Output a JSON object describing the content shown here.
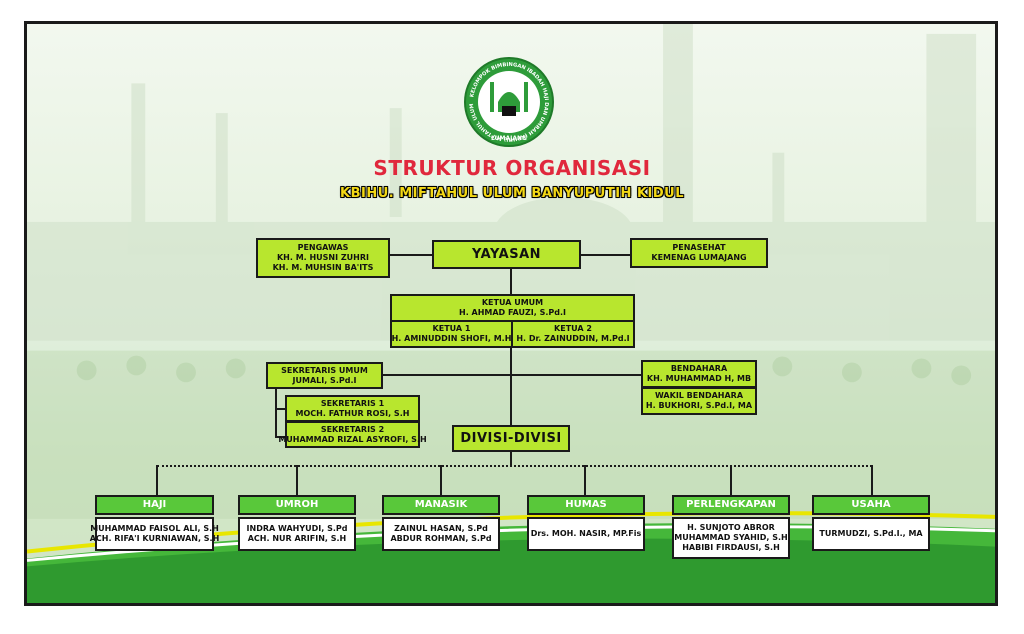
{
  "logo": {
    "ring_text": "KELOMPOK BIMBINGAN IBADAH HAJI DAN UMRAH (KBIHU) MIFTAHUL ULUM",
    "bottom_text": "LUMAJANG"
  },
  "title": "STRUKTUR ORGANISASI",
  "subtitle": "KBIHU. MIFTAHUL ULUM BANYUPUTIH KIDUL",
  "nodes": {
    "yayasan": "YAYASAN",
    "pengawas": {
      "role": "PENGAWAS",
      "members": [
        "KH. M. HUSNI ZUHRI",
        "KH. M. MUHSIN BA'ITS"
      ]
    },
    "penasehat": {
      "role": "PENASEHAT",
      "members": [
        "KEMENAG LUMAJANG"
      ]
    },
    "ketua_umum": {
      "role": "KETUA UMUM",
      "name": "H. AHMAD FAUZI, S.Pd.I"
    },
    "ketua1": {
      "role": "KETUA 1",
      "name": "H. AMINUDDIN SHOFI, M.H"
    },
    "ketua2": {
      "role": "KETUA 2",
      "name": "H. Dr. ZAINUDDIN, M.Pd.I"
    },
    "sekretaris_umum": {
      "role": "SEKRETARIS UMUM",
      "name": "JUMALI, S.Pd.I"
    },
    "sekretaris1": {
      "role": "SEKRETARIS 1",
      "name": "MOCH. FATHUR ROSI, S.H"
    },
    "sekretaris2": {
      "role": "SEKRETARIS 2",
      "name": "MUHAMMAD RIZAL ASYROFI, S.H"
    },
    "bendahara": {
      "role": "BENDAHARA",
      "name": "KH. MUHAMMAD H, MB"
    },
    "wakil_bendahara": {
      "role": "WAKIL BENDAHARA",
      "name": "H. BUKHORI, S.Pd.I, MA"
    },
    "divisi": "DIVISI-DIVISI"
  },
  "divisions": [
    {
      "name": "HAJI",
      "members": [
        "MUHAMMAD FAISOL ALI, S.H",
        "ACH. RIFA'I KURNIAWAN, S.H"
      ]
    },
    {
      "name": "UMROH",
      "members": [
        "INDRA WAHYUDI, S.Pd",
        "ACH. NUR ARIFIN, S.H"
      ]
    },
    {
      "name": "MANASIK",
      "members": [
        "ZAINUL HASAN, S.Pd",
        "ABDUR ROHMAN, S.Pd"
      ]
    },
    {
      "name": "HUMAS",
      "members": [
        "Drs. MOH. NASIR, MP.Fis"
      ]
    },
    {
      "name": "PERLENGKAPAN",
      "members": [
        "H. SUNJOTO ABROR",
        "MUHAMMAD SYAHID, S.H",
        "HABIBI FIRDAUSI, S.H"
      ]
    },
    {
      "name": "USAHA",
      "members": [
        "TURMUDZI, S.Pd.I., MA"
      ]
    }
  ],
  "colors": {
    "box_fill": "#b8e62e",
    "division_header": "#59c83a",
    "title": "#e0283c",
    "subtitle": "#f3d815",
    "logo_green": "#2e9c3a"
  }
}
